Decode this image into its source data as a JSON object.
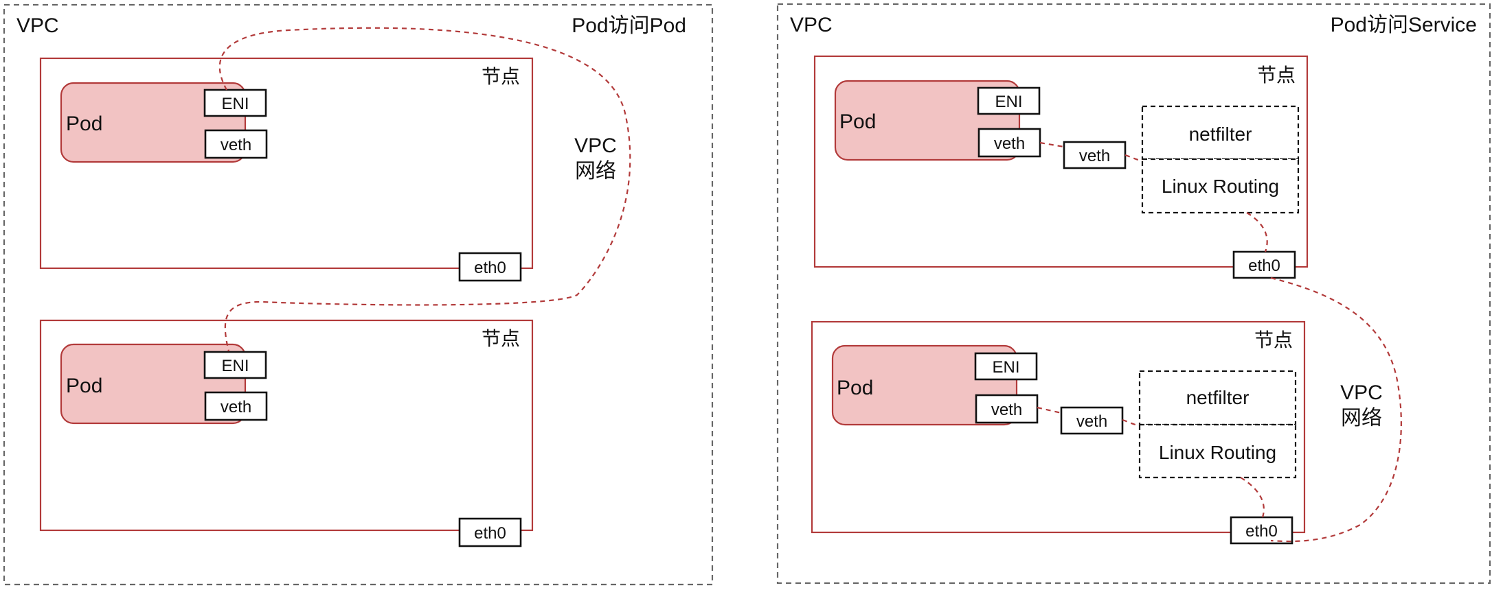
{
  "left_panel": {
    "vpc_label": "VPC",
    "title": "Pod访问Pod",
    "network_label_line1": "VPC",
    "network_label_line2": "网络",
    "nodes": [
      {
        "label": "节点",
        "pod": "Pod",
        "eni": "ENI",
        "veth": "veth",
        "eth0": "eth0"
      },
      {
        "label": "节点",
        "pod": "Pod",
        "eni": "ENI",
        "veth": "veth",
        "eth0": "eth0"
      }
    ]
  },
  "right_panel": {
    "vpc_label": "VPC",
    "title": "Pod访问Service",
    "network_label_line1": "VPC",
    "network_label_line2": "网络",
    "nodes": [
      {
        "label": "节点",
        "pod": "Pod",
        "eni": "ENI",
        "veth": "veth",
        "host_veth": "veth",
        "netfilter": "netfilter",
        "routing": "Linux Routing",
        "eth0": "eth0"
      },
      {
        "label": "节点",
        "pod": "Pod",
        "eni": "ENI",
        "veth": "veth",
        "host_veth": "veth",
        "netfilter": "netfilter",
        "routing": "Linux Routing",
        "eth0": "eth0"
      }
    ]
  },
  "colors": {
    "node_border": "#b23a3a",
    "pod_fill": "#f2c3c3",
    "route_line": "#b23a3a",
    "vpc_border": "#666666"
  }
}
